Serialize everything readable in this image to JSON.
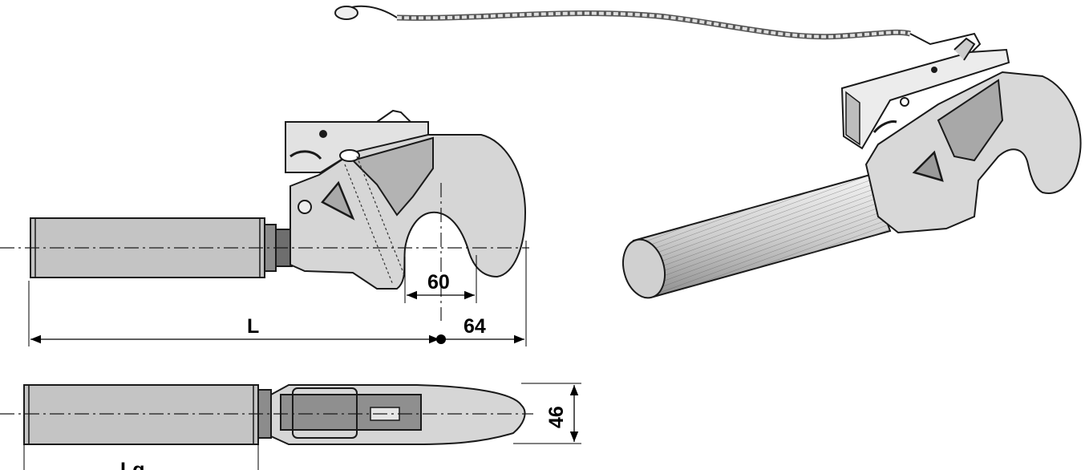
{
  "dimensions": {
    "throat_width": "60",
    "hook_offset": "64",
    "overall_length": "L",
    "hook_width": "46",
    "thread_length": "Lg"
  },
  "colors": {
    "metal_light": "#d9d9d9",
    "metal_mid": "#bdbdbd",
    "metal_dark": "#9a9a9a",
    "outline": "#1a1a1a"
  },
  "views": [
    "side-view",
    "top-view",
    "perspective-view"
  ]
}
